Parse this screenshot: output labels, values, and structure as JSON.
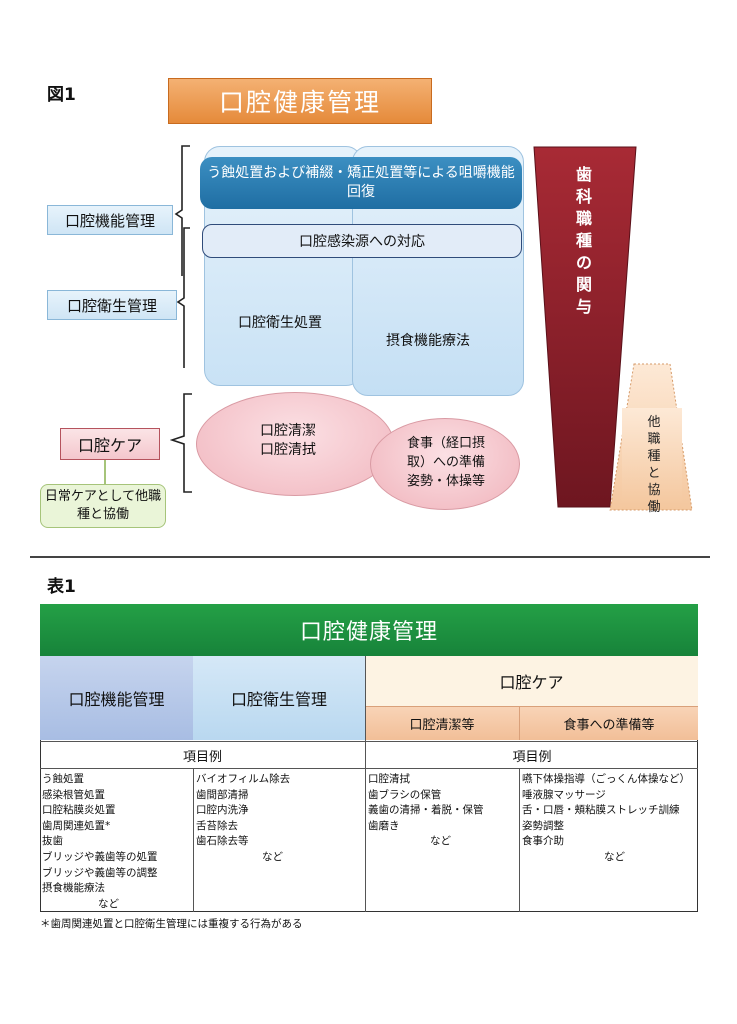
{
  "figure1": {
    "label": "図1",
    "title": "口腔健康管理",
    "banner_caries": "う蝕処置および補綴・矯正処置等による咀嚼機能回復",
    "banner_infection": "口腔感染源への対応",
    "hygiene_procedure": "口腔衛生処置",
    "feeding_therapy": "摂食機能療法",
    "label_function": "口腔機能管理",
    "label_hygiene": "口腔衛生管理",
    "label_care": "口腔ケア",
    "care_daily": "日常ケアとして他職種と協働",
    "clean_lines": [
      "口腔清潔",
      "口腔清拭"
    ],
    "meal_lines": [
      "食事（経口摂",
      "取）への準備",
      "姿勢・体操等"
    ],
    "dental_involvement": "歯科職種の関与",
    "other_collab": "他職種と協働"
  },
  "table1": {
    "label": "表1",
    "header": "口腔健康管理",
    "col_function": "口腔機能管理",
    "col_hygiene": "口腔衛生管理",
    "col_care": "口腔ケア",
    "sub_clean": "口腔清潔等",
    "sub_meal": "食事への準備等",
    "examples_label": "項目例",
    "nado": "など",
    "list_function": [
      "う蝕処置",
      "感染根管処置",
      "口腔粘膜炎処置",
      "歯周関連処置*",
      "抜歯",
      "ブリッジや義歯等の処置",
      "ブリッジや義歯等の調整",
      "摂食機能療法"
    ],
    "list_hygiene": [
      "バイオフィルム除去",
      "歯間部清掃",
      "口腔内洗浄",
      "舌苔除去",
      "歯石除去等"
    ],
    "list_clean": [
      "口腔清拭",
      "歯ブラシの保管",
      "義歯の清掃・着脱・保管",
      "歯磨き"
    ],
    "list_meal": [
      "嚥下体操指導（ごっくん体操など）",
      "唾液腺マッサージ",
      "舌・口唇・頬粘膜ストレッチ訓練",
      "姿勢調整",
      "食事介助"
    ],
    "footnote": "＊歯周関連処置と口腔衛生管理には重複する行為がある"
  },
  "colors": {
    "title_orange": "#e58a3a",
    "table_green": "#17833a",
    "dental_wedge": "#8a1f2a",
    "care_pink": "#f4c7cd"
  }
}
